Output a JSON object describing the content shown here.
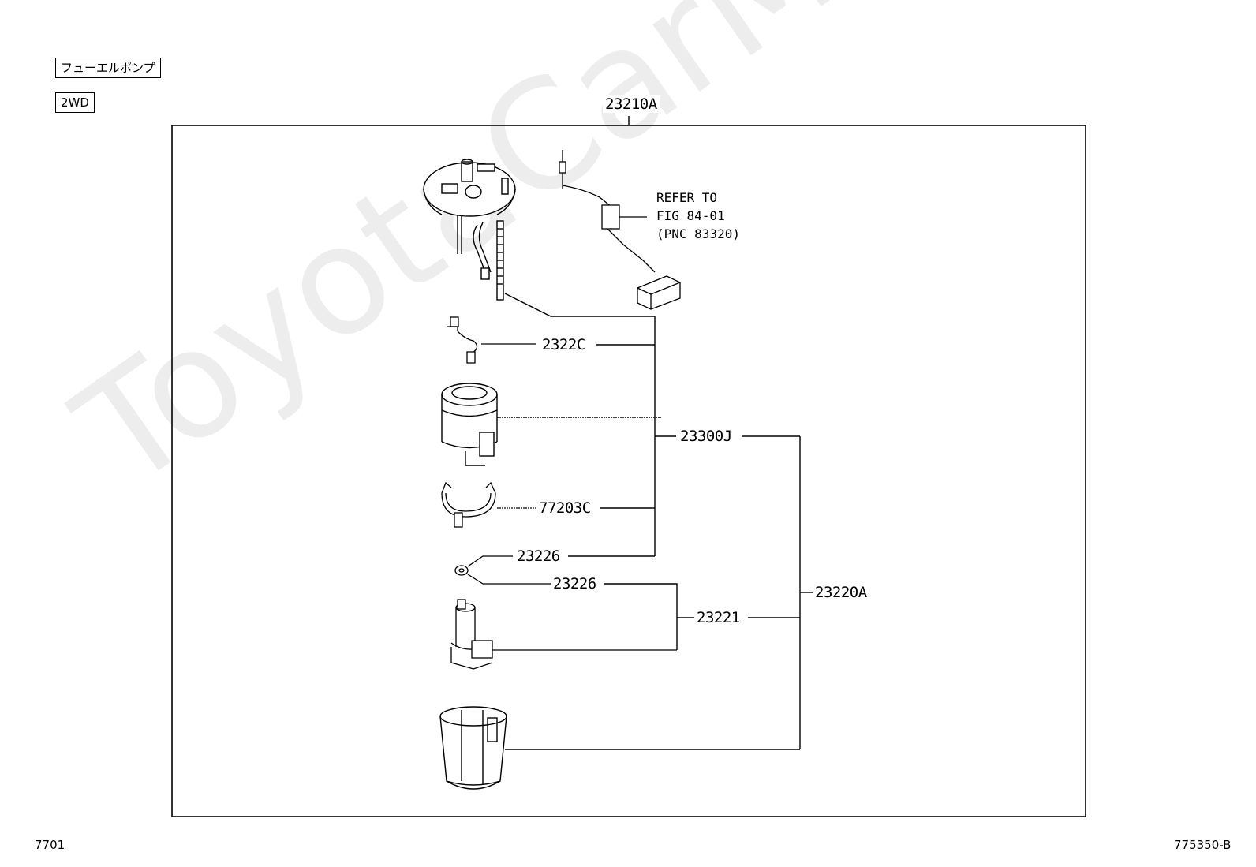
{
  "header": {
    "category_tag": "フューエルポンプ",
    "variant_tag": "2WD"
  },
  "assembly": {
    "main_part": "23210A"
  },
  "parts": {
    "sensor_harness": "2322C",
    "filter_assy": "23300J",
    "clamp": "77203C",
    "gasket_upper": "23226",
    "gasket_lower": "23226",
    "pump_motor": "23221",
    "pump_sub_assy": "23220A"
  },
  "note": {
    "line1": "REFER TO",
    "line2": "FIG 84-01",
    "line3": "(PNC 83320)"
  },
  "watermark": "ToyotaCarMine.ru",
  "footer": {
    "left_code": "7701",
    "right_code": "775350-B"
  }
}
